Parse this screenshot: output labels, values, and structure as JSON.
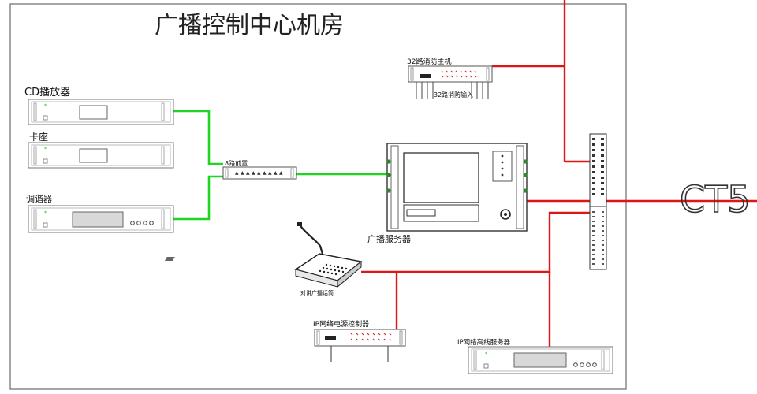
{
  "diagram": {
    "title": "广播控制中心机房",
    "external_label": "CT5",
    "devices": {
      "cd_player": "CD播放器",
      "cassette": "卡座",
      "tuner": "调谐器",
      "preamp_8": "8路前置",
      "zone_host_32": "32路消防主机",
      "fire_input_32": "32路消防输入",
      "server": "广播服务器",
      "paging_mic": "对讲广播话筒",
      "ip_power": "IP网络电源控制器",
      "ip_server": "IP网络高线服务器"
    },
    "colors": {
      "audio_line": "#21d421",
      "network_line": "#e01515",
      "frame": "#555555"
    }
  }
}
